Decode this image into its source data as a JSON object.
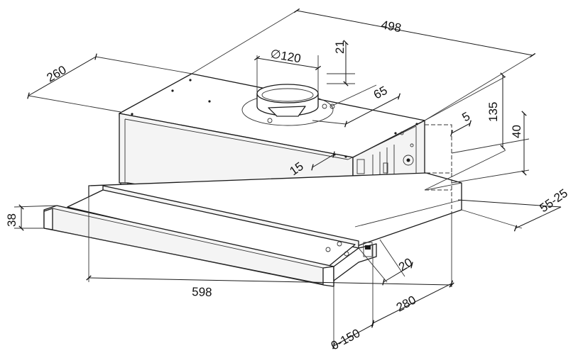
{
  "dimensions": {
    "width_top": "498",
    "depth_top": "260",
    "duct_diameter": "∅120",
    "collar_height": "21",
    "duct_offset": "65",
    "height_total": "135",
    "side_gap": "5",
    "lower_height": "40",
    "rear_offset": "55-25",
    "side_offset": "15",
    "front_height": "38",
    "width_front": "598",
    "front_depth": "20",
    "depth_bottom": "280",
    "extension": "0-150"
  },
  "colors": {
    "line": "#1a1a1a",
    "fill": "#f4f4f4",
    "background": "#ffffff"
  }
}
